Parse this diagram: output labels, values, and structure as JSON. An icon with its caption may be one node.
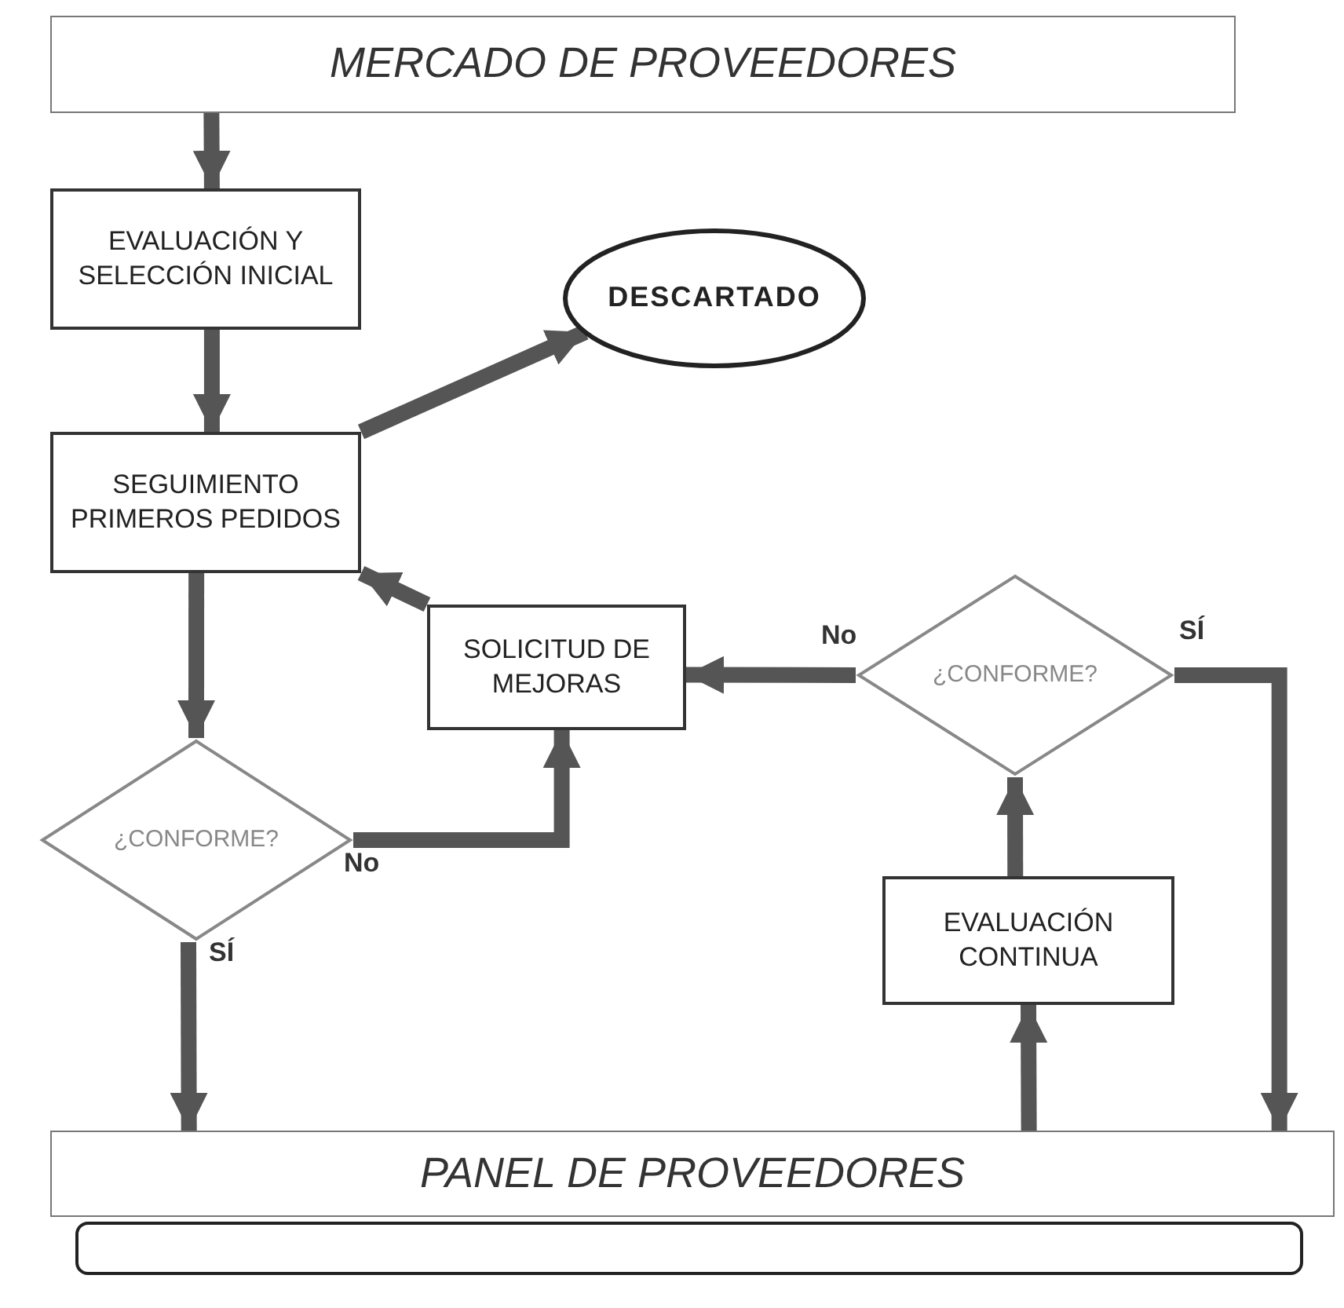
{
  "diagram": {
    "nodes": [
      {
        "text": [
          "MERCADO DE PROVEEDORES"
        ]
      },
      {
        "text": [
          "EVALUACIÓN Y SELECCIÓN INICIAL"
        ]
      },
      {
        "text": [
          "DESCARTADO"
        ]
      },
      {
        "text": [
          "SEGUIMIENTO PRIMEROS PEDIDOS"
        ]
      },
      {
        "text": [
          "SOLICITUD DE MEJORAS"
        ]
      },
      {
        "text": [
          "¿CONFORME?"
        ]
      },
      {
        "text": [
          "¿CONFORME?"
        ]
      },
      {
        "text": [
          "EVALUACIÓN CONTINUA"
        ]
      },
      {
        "text": [
          "PANEL DE PROVEEDORES"
        ]
      },
      {
        "text": [],
        "shape": "box"
      }
    ],
    "edges": [
      {
        "from": 0,
        "to": 1,
        "arrow": "to"
      },
      {
        "from": 1,
        "to": 3,
        "arrow": "to"
      },
      {
        "from": 3,
        "to": 2,
        "arrow": "to"
      },
      {
        "from": 4,
        "to": 3,
        "arrow": "to"
      },
      {
        "from": 3,
        "to": 6,
        "arrow": "to"
      },
      {
        "from": 6,
        "to": 4,
        "arrow": "to",
        "label": "No"
      },
      {
        "from": 6,
        "to": 8,
        "arrow": "to",
        "label": "SÍ"
      },
      {
        "from": 8,
        "to": 7,
        "arrow": "to"
      },
      {
        "from": 7,
        "to": 5,
        "arrow": "to"
      },
      {
        "from": 5,
        "to": 4,
        "arrow": "to",
        "label": "No"
      },
      {
        "from": 5,
        "to": 8,
        "arrow": "to",
        "label": "SÍ"
      }
    ]
  }
}
